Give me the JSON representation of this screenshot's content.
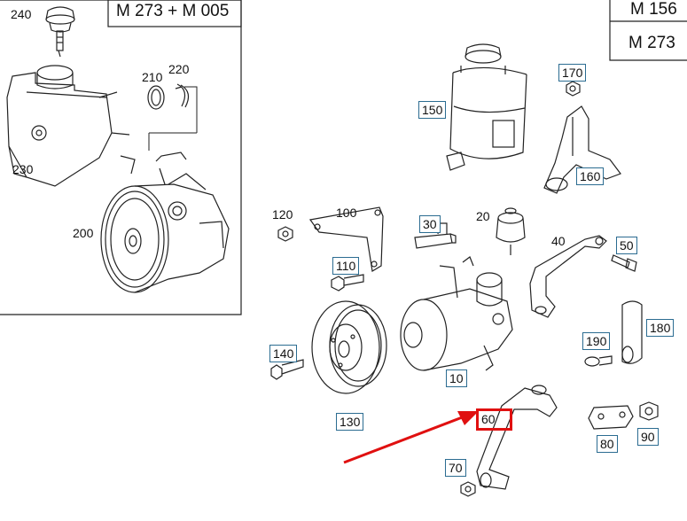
{
  "variant_labels": {
    "top_left": "M 273 + M 005",
    "top_right_1": "M 156",
    "top_right_2": "M 273"
  },
  "inset_part_labels": [
    "240",
    "210",
    "220",
    "230",
    "200"
  ],
  "part_labels": [
    "170",
    "150",
    "160",
    "120",
    "100",
    "30",
    "20",
    "40",
    "50",
    "110",
    "180",
    "190",
    "140",
    "10",
    "130",
    "60",
    "80",
    "90",
    "70"
  ],
  "highlighted_part": "60",
  "colors": {
    "highlight": "#e01010",
    "arrow": "#e01010",
    "label_box_border": "#2b6c91",
    "line": "#222222"
  }
}
